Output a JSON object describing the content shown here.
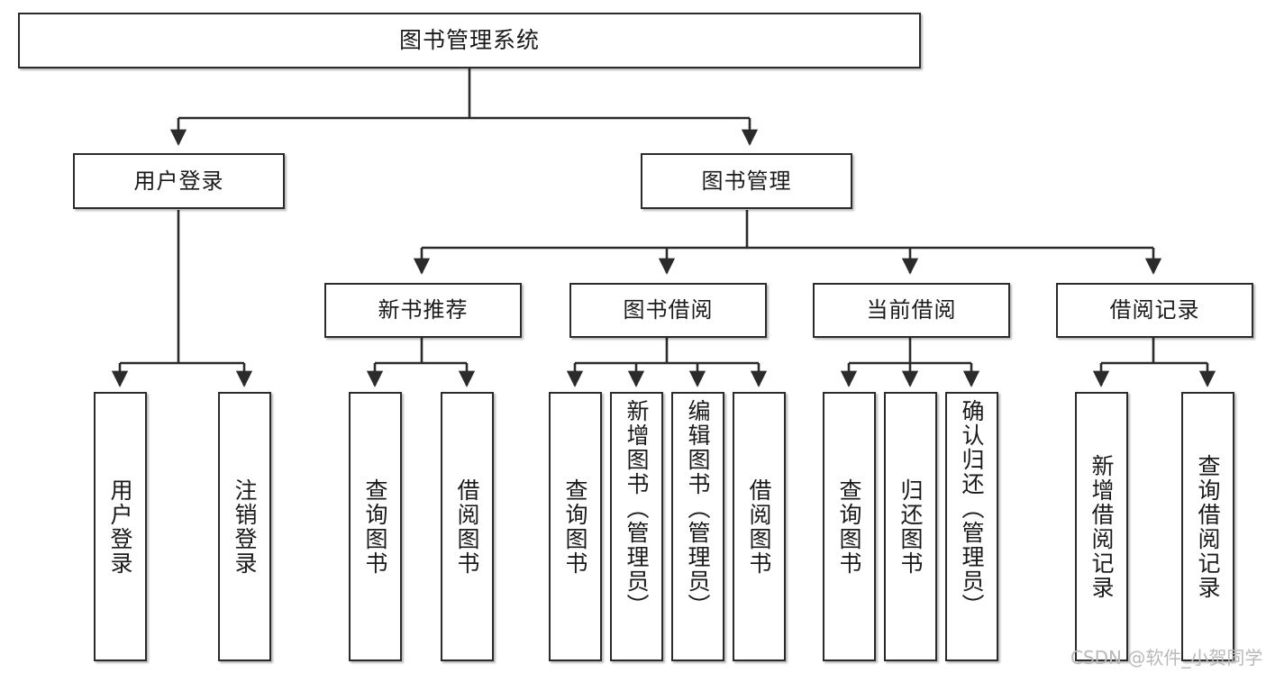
{
  "diagram": {
    "type": "tree-hierarchy",
    "title": "图书管理系统",
    "watermark": "CSDN @软件_小贺同学",
    "colors": {
      "background": "#ffffff",
      "box_border": "#2b2b2b",
      "box_fill": "#ffffff",
      "edge": "#2b2b2b",
      "text": "#1a1a1a",
      "watermark": "#b9b9b9"
    },
    "levels": {
      "root": {
        "label": "图书管理系统"
      },
      "level2": [
        {
          "id": "user-login",
          "label": "用户登录"
        },
        {
          "id": "book-management",
          "label": "图书管理"
        }
      ],
      "level3": [
        {
          "id": "new-book-recommend",
          "label": "新书推荐"
        },
        {
          "id": "book-borrow",
          "label": "图书借阅"
        },
        {
          "id": "current-borrow",
          "label": "当前借阅"
        },
        {
          "id": "borrow-record",
          "label": "借阅记录"
        }
      ],
      "leaves": {
        "user_login": [
          {
            "id": "leaf-user-login",
            "label": "用户登录"
          },
          {
            "id": "leaf-logout",
            "label": "注销登录"
          }
        ],
        "new_book_recommend": [
          {
            "id": "leaf-query-book-1",
            "label": "查询图书"
          },
          {
            "id": "leaf-borrow-book-1",
            "label": "借阅图书"
          }
        ],
        "book_borrow": [
          {
            "id": "leaf-query-book-2",
            "label": "查询图书"
          },
          {
            "id": "leaf-add-book",
            "label": "新增图书（管理员）"
          },
          {
            "id": "leaf-edit-book",
            "label": "编辑图书（管理员）"
          },
          {
            "id": "leaf-borrow-book-2",
            "label": "借阅图书"
          }
        ],
        "current_borrow": [
          {
            "id": "leaf-query-book-3",
            "label": "查询图书"
          },
          {
            "id": "leaf-return-book",
            "label": "归还图书"
          },
          {
            "id": "leaf-confirm-return",
            "label": "确认归还（管理员）"
          }
        ],
        "borrow_record": [
          {
            "id": "leaf-add-record",
            "label": "新增借阅记录"
          },
          {
            "id": "leaf-query-record",
            "label": "查询借阅记录"
          }
        ]
      }
    }
  }
}
